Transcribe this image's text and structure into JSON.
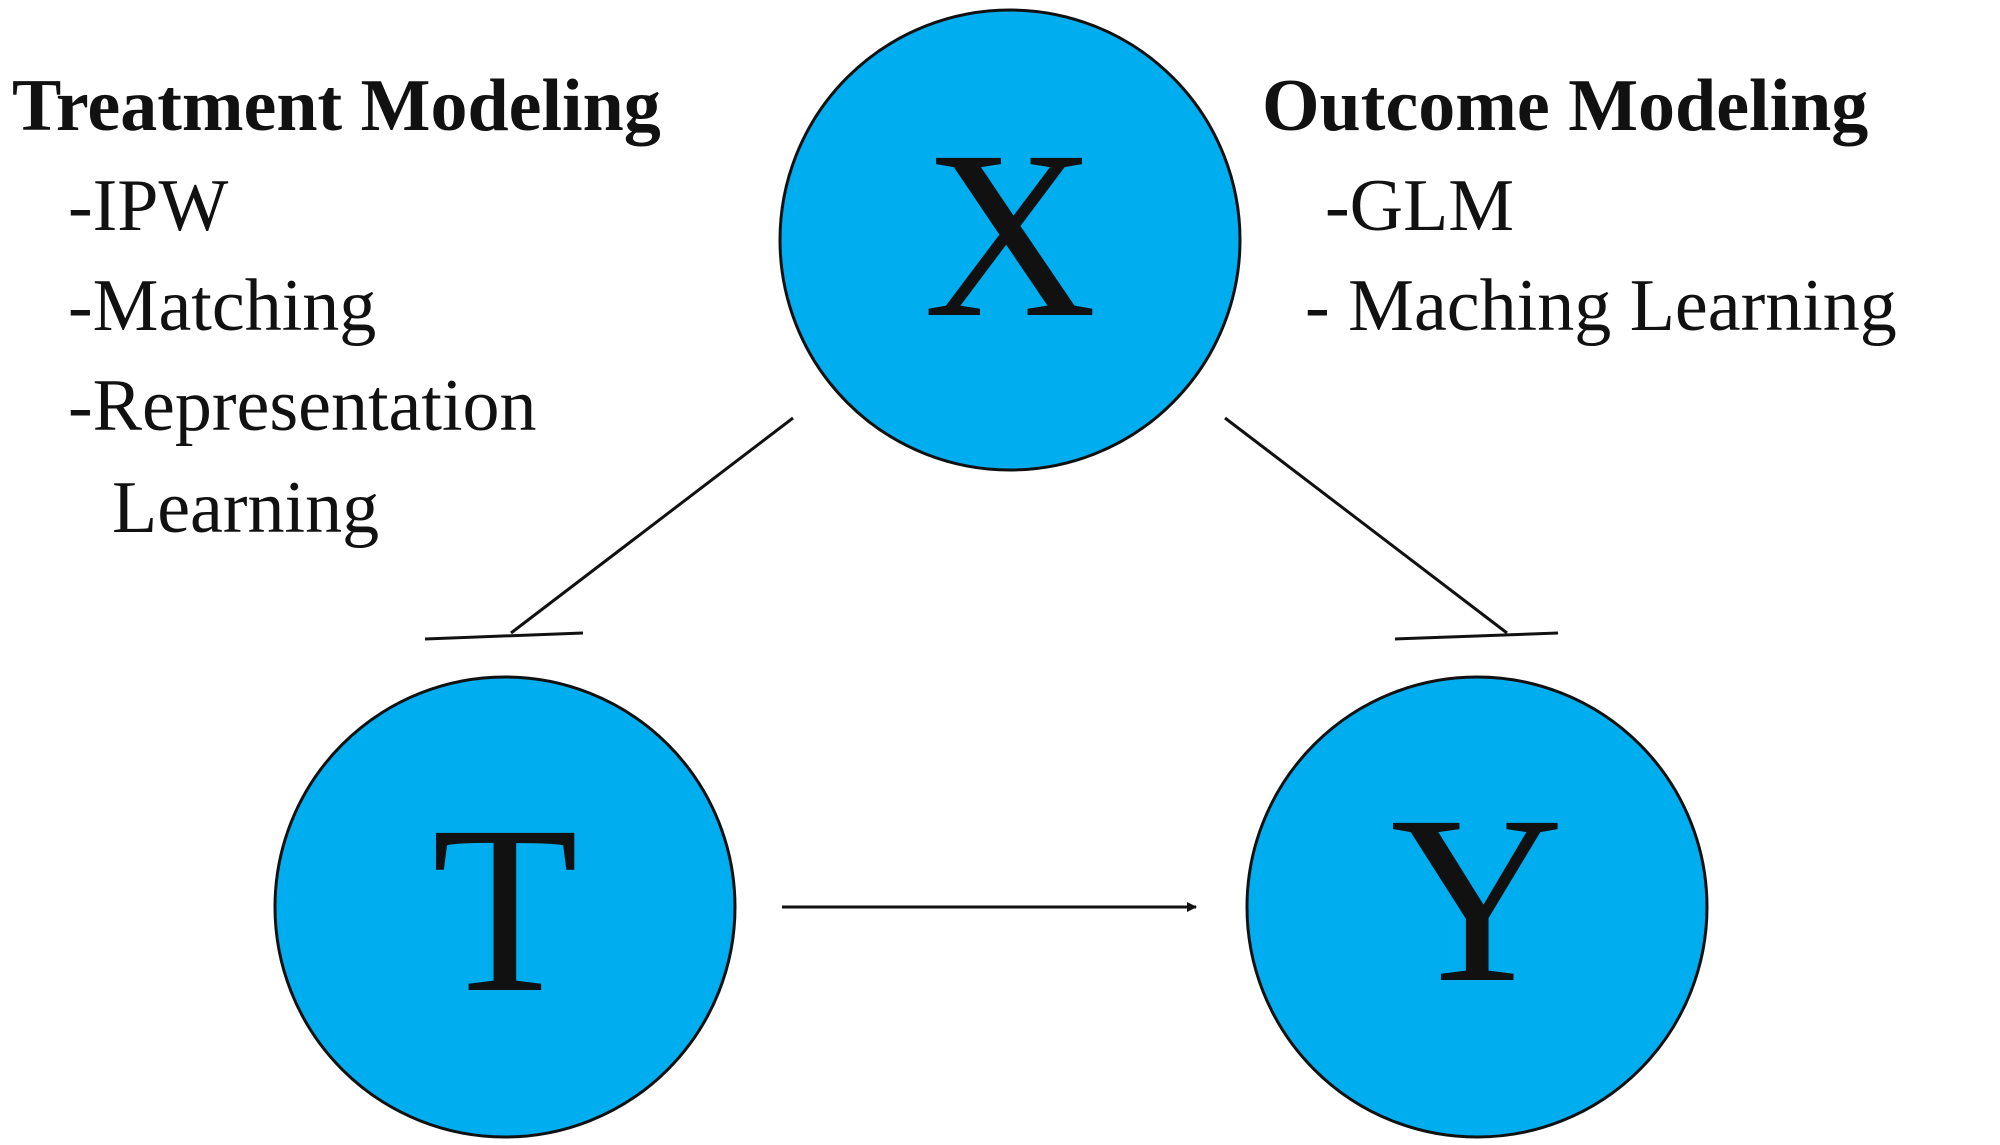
{
  "colors": {
    "node_fill": "#00AEEF",
    "stroke": "#111111",
    "text": "#111111"
  },
  "nodes": {
    "x": {
      "label": "X"
    },
    "t": {
      "label": "T"
    },
    "y": {
      "label": "Y"
    }
  },
  "treatment": {
    "title": "Treatment Modeling",
    "items": [
      "-IPW",
      "-Matching",
      "-Representation",
      "Learning"
    ]
  },
  "outcome": {
    "title": "Outcome Modeling",
    "items": [
      "-GLM",
      "- Maching Learning"
    ]
  },
  "edges": [
    {
      "from": "X",
      "to": "T",
      "type": "blocked"
    },
    {
      "from": "X",
      "to": "Y",
      "type": "blocked"
    },
    {
      "from": "T",
      "to": "Y",
      "type": "arrow"
    }
  ]
}
